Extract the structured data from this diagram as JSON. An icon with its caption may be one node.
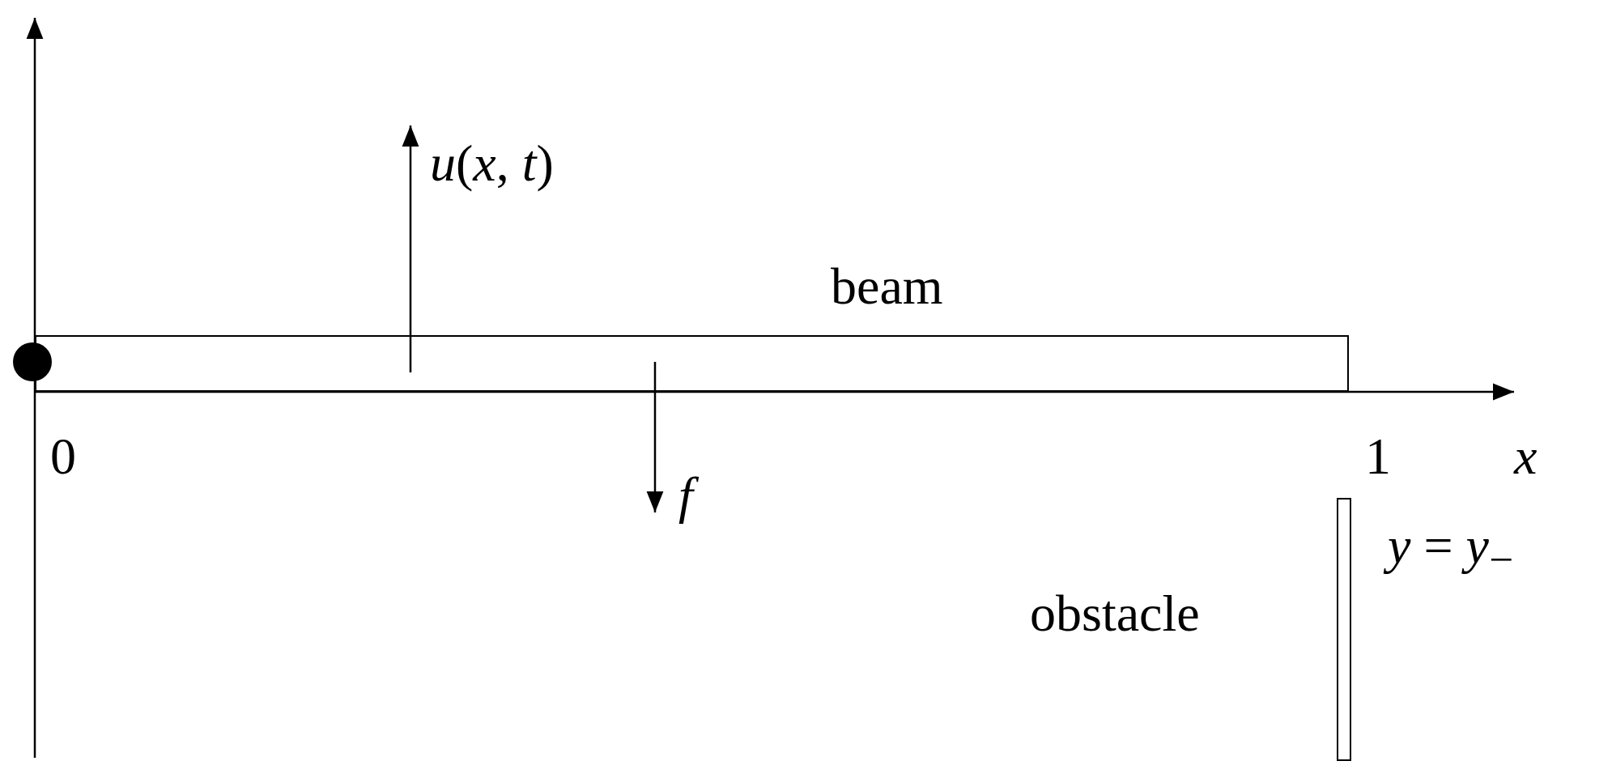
{
  "diagram": {
    "nodes": [
      {
        "text": [
          "beam"
        ]
      },
      {
        "text": [
          "obstacle"
        ],
        "beside": [
          "*y* = *y*$_{−}$"
        ]
      }
    ],
    "edges": [],
    "labels": [
      "*u*(*x*, *t*)",
      "0",
      "f",
      "1",
      "x"
    ]
  }
}
